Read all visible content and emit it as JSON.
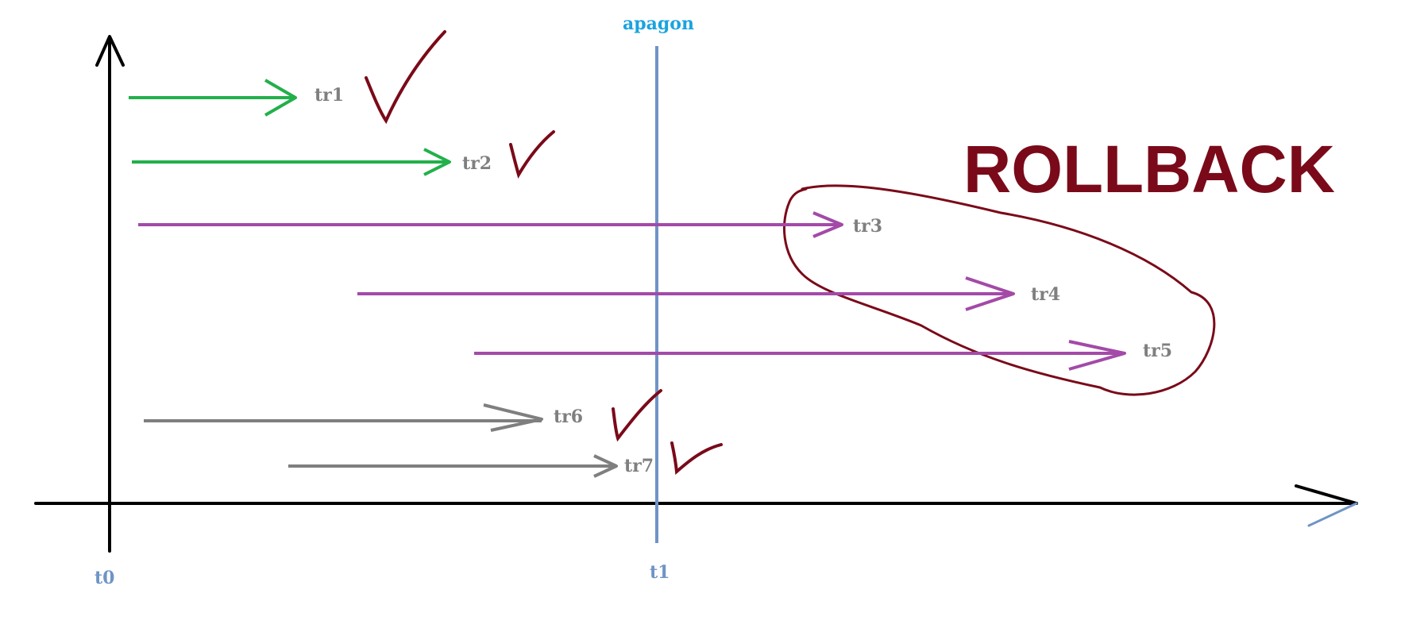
{
  "colors": {
    "axis": "#000000",
    "timeline_marker": "#6f94c6",
    "apagon_label": "#1aa3e0",
    "committed_before_t1": "#22b04b",
    "rolled_back": "#a34aa8",
    "committed_gray": "#7f7f7f",
    "rollback_annotation": "#7a0a19"
  },
  "axis": {
    "origin_label": "t0",
    "event_label": "t1",
    "event_title": "apagon"
  },
  "annotation": {
    "title": "ROLLBACK"
  },
  "transactions": [
    {
      "id": "tr1",
      "label": "tr1",
      "group": "committed_before_t1",
      "checked": true
    },
    {
      "id": "tr2",
      "label": "tr2",
      "group": "committed_before_t1",
      "checked": true
    },
    {
      "id": "tr3",
      "label": "tr3",
      "group": "rolled_back",
      "checked": false
    },
    {
      "id": "tr4",
      "label": "tr4",
      "group": "rolled_back",
      "checked": false
    },
    {
      "id": "tr5",
      "label": "tr5",
      "group": "rolled_back",
      "checked": false
    },
    {
      "id": "tr6",
      "label": "tr6",
      "group": "committed_gray",
      "checked": true
    },
    {
      "id": "tr7",
      "label": "tr7",
      "group": "committed_gray",
      "checked": true
    }
  ]
}
